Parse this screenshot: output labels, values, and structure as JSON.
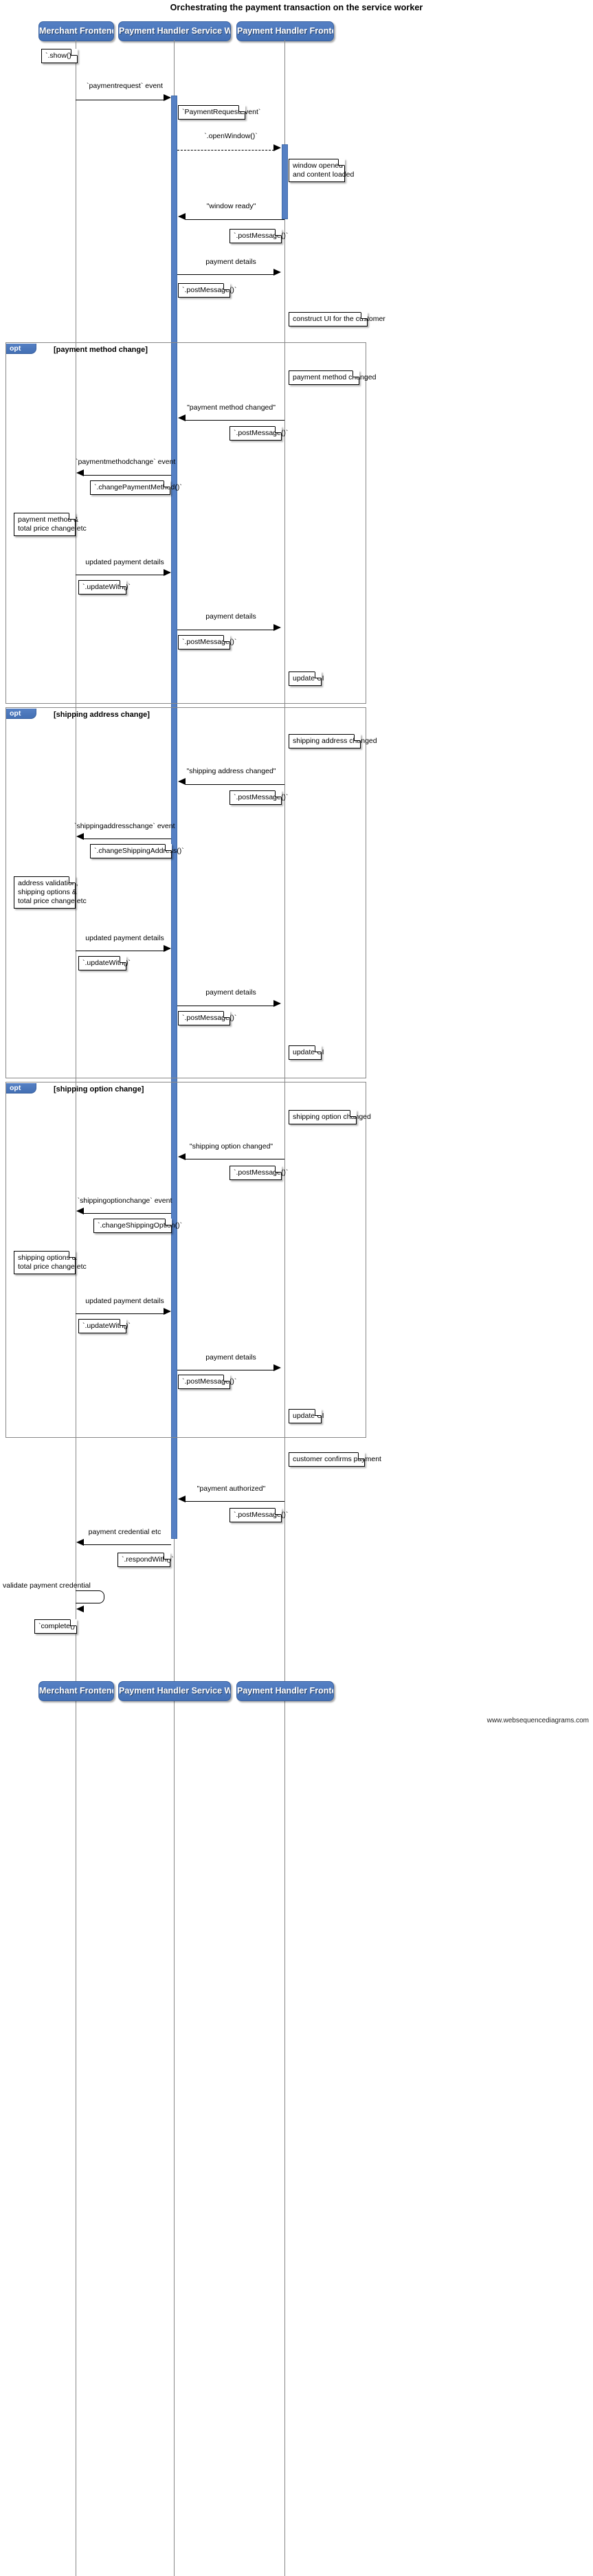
{
  "diagram": {
    "type": "sequence-diagram",
    "title": "Orchestrating the payment transaction on the service worker",
    "credit": "www.websequencediagrams.com",
    "accent_color": "#4a72b8",
    "lifeline_color": "#888888",
    "note_bg": "#ffffff"
  },
  "actors": [
    {
      "id": "merchant",
      "label": "Merchant Frontend"
    },
    {
      "id": "sw",
      "label": "Payment Handler Service Worker"
    },
    {
      "id": "phf",
      "label": "Payment Handler Frontend"
    }
  ],
  "footer_actors": [
    {
      "id": "merchant",
      "label": "Merchant Frontend"
    },
    {
      "id": "sw",
      "label": "Payment Handler Service Worker"
    },
    {
      "id": "phf",
      "label": "Payment Handler Frontend"
    }
  ],
  "fragments": [
    {
      "id": "opt1",
      "kind": "opt",
      "label": "[payment method change]"
    },
    {
      "id": "opt2",
      "kind": "opt",
      "label": "[shipping address change]"
    },
    {
      "id": "opt3",
      "kind": "opt",
      "label": "[shipping option change]"
    }
  ],
  "messages": [
    {
      "id": "m1",
      "text": "`paymentrequest` event",
      "from": "merchant",
      "to": "sw",
      "style": "solid"
    },
    {
      "id": "m2",
      "text": "`.openWindow()`",
      "from": "sw",
      "to": "phf",
      "style": "dashed"
    },
    {
      "id": "m3",
      "text": "\"window ready\"",
      "from": "phf",
      "to": "sw",
      "style": "solid"
    },
    {
      "id": "m4",
      "text": "payment details",
      "from": "sw",
      "to": "phf",
      "style": "solid"
    },
    {
      "id": "m5",
      "text": "\"payment method changed\"",
      "from": "phf",
      "to": "sw",
      "style": "solid"
    },
    {
      "id": "m6",
      "text": "`paymentmethodchange` event",
      "from": "sw",
      "to": "merchant",
      "style": "solid"
    },
    {
      "id": "m7",
      "text": "updated payment details",
      "from": "merchant",
      "to": "sw",
      "style": "solid"
    },
    {
      "id": "m8",
      "text": "payment details",
      "from": "sw",
      "to": "phf",
      "style": "solid"
    },
    {
      "id": "m9",
      "text": "\"shipping address changed\"",
      "from": "phf",
      "to": "sw",
      "style": "solid"
    },
    {
      "id": "m10",
      "text": "`shippingaddresschange` event",
      "from": "sw",
      "to": "merchant",
      "style": "solid"
    },
    {
      "id": "m11",
      "text": "updated payment details",
      "from": "merchant",
      "to": "sw",
      "style": "solid"
    },
    {
      "id": "m12",
      "text": "payment details",
      "from": "sw",
      "to": "phf",
      "style": "solid"
    },
    {
      "id": "m13",
      "text": "\"shipping option changed\"",
      "from": "phf",
      "to": "sw",
      "style": "solid"
    },
    {
      "id": "m14",
      "text": "`shippingoptionchange` event",
      "from": "sw",
      "to": "merchant",
      "style": "solid"
    },
    {
      "id": "m15",
      "text": "updated payment details",
      "from": "merchant",
      "to": "sw",
      "style": "solid"
    },
    {
      "id": "m16",
      "text": "payment details",
      "from": "sw",
      "to": "phf",
      "style": "solid"
    },
    {
      "id": "m17",
      "text": "\"payment authorized\"",
      "from": "phf",
      "to": "sw",
      "style": "solid"
    },
    {
      "id": "m18",
      "text": "payment credential etc",
      "from": "sw",
      "to": "merchant",
      "style": "solid"
    },
    {
      "id": "m19",
      "text": "validate payment credential",
      "from": "merchant",
      "to": "merchant",
      "style": "self"
    }
  ],
  "notes": [
    {
      "id": "n1",
      "text": "`.show()`",
      "anchor": "merchant"
    },
    {
      "id": "n2",
      "text": "`PaymentRequestEvent`",
      "anchor": "sw"
    },
    {
      "id": "n3",
      "text": "window opened\nand content loaded",
      "anchor": "phf"
    },
    {
      "id": "n4",
      "text": "`.postMessage()`",
      "anchor": "phf"
    },
    {
      "id": "n5",
      "text": "`.postMessage()`",
      "anchor": "sw"
    },
    {
      "id": "n6",
      "text": "construct UI for the customer",
      "anchor": "phf"
    },
    {
      "id": "n7",
      "text": "payment method changed",
      "anchor": "phf"
    },
    {
      "id": "n8",
      "text": "`.postMessage()`",
      "anchor": "phf"
    },
    {
      "id": "n9",
      "text": "`.changePaymentMethod()`",
      "anchor": "sw"
    },
    {
      "id": "n10",
      "text": "payment method &\ntotal price change etc",
      "anchor": "merchant"
    },
    {
      "id": "n11",
      "text": "`.updateWith()`",
      "anchor": "merchant"
    },
    {
      "id": "n12",
      "text": "`.postMessage()`",
      "anchor": "sw"
    },
    {
      "id": "n13",
      "text": "update UI",
      "anchor": "phf"
    },
    {
      "id": "n14",
      "text": "shipping address changed",
      "anchor": "phf"
    },
    {
      "id": "n15",
      "text": "`.postMessage()`",
      "anchor": "phf"
    },
    {
      "id": "n16",
      "text": "`.changeShippingAddress()`",
      "anchor": "sw"
    },
    {
      "id": "n17",
      "text": "address validation,\nshipping options &\ntotal price change etc",
      "anchor": "merchant"
    },
    {
      "id": "n18",
      "text": "`.updateWith()`",
      "anchor": "merchant"
    },
    {
      "id": "n19",
      "text": "`.postMessage()`",
      "anchor": "sw"
    },
    {
      "id": "n20",
      "text": "update UI",
      "anchor": "phf"
    },
    {
      "id": "n21",
      "text": "shipping option changed",
      "anchor": "phf"
    },
    {
      "id": "n22",
      "text": "`.postMessage()`",
      "anchor": "phf"
    },
    {
      "id": "n23",
      "text": "`.changeShippingOption()`",
      "anchor": "sw"
    },
    {
      "id": "n24",
      "text": "shipping options &\ntotal price change etc",
      "anchor": "merchant"
    },
    {
      "id": "n25",
      "text": "`.updateWith()`",
      "anchor": "merchant"
    },
    {
      "id": "n26",
      "text": "`.postMessage()`",
      "anchor": "sw"
    },
    {
      "id": "n27",
      "text": "update UI",
      "anchor": "phf"
    },
    {
      "id": "n28",
      "text": "customer confirms payment",
      "anchor": "phf"
    },
    {
      "id": "n29",
      "text": "`.postMessage()`",
      "anchor": "phf"
    },
    {
      "id": "n30",
      "text": "`.respondWith()`",
      "anchor": "sw"
    },
    {
      "id": "n31",
      "text": "`complete()`",
      "anchor": "merchant"
    }
  ]
}
